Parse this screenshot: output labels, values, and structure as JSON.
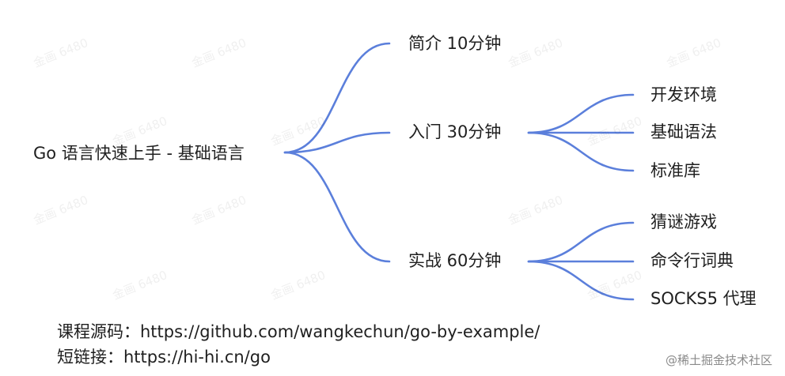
{
  "mindmap": {
    "line_color": "#5b7fdb",
    "root": {
      "label": "Go 语言快速上手 - 基础语言"
    },
    "branches": [
      {
        "label": "简介 10分钟",
        "children": []
      },
      {
        "label": "入门 30分钟",
        "children": [
          "开发环境",
          "基础语法",
          "标准库"
        ]
      },
      {
        "label": "实战 60分钟",
        "children": [
          "猜谜游戏",
          "命令行词典",
          "SOCKS5 代理"
        ]
      }
    ]
  },
  "footer": {
    "source_label": "课程源码：",
    "source_url": "https://github.com/wangkechun/go-by-example/",
    "short_label": "短链接：",
    "short_url": "https://hi-hi.cn/go"
  },
  "watermark": {
    "text": "金画 6480",
    "brand": "@稀土掘金技术社区"
  }
}
